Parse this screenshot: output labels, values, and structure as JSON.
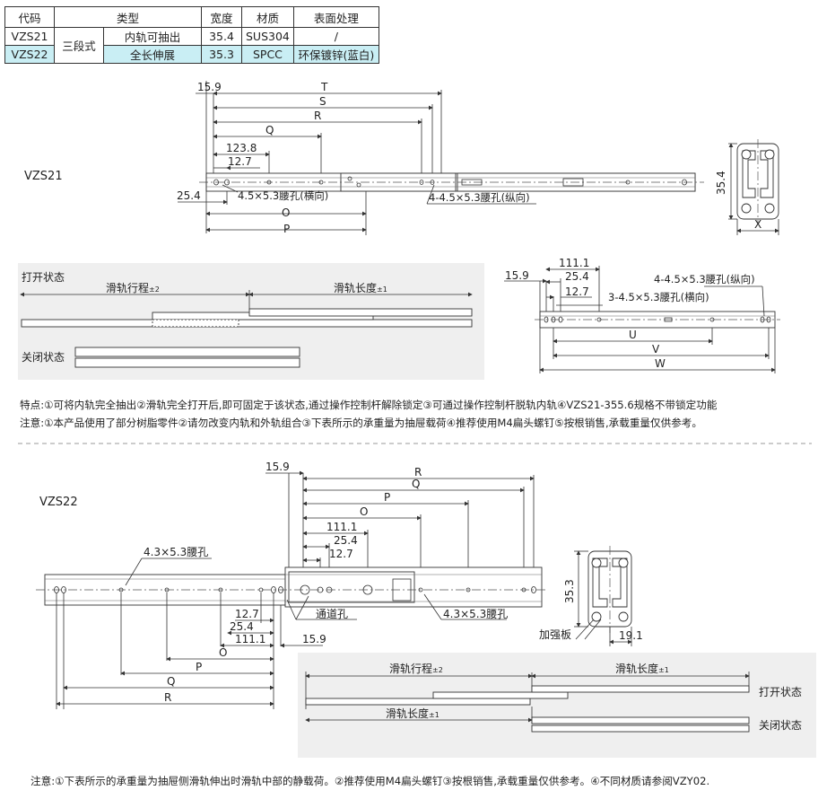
{
  "table": {
    "headers": [
      "代码",
      "类型",
      "宽度",
      "材质",
      "表面处理"
    ],
    "group_type": "三段式",
    "rows": [
      {
        "code": "VZS21",
        "subtype": "内轨可抽出",
        "width": "35.4",
        "material": "SUS304",
        "finish": "/"
      },
      {
        "code": "VZS22",
        "subtype": "全长伸展",
        "width": "35.3",
        "material": "SPCC",
        "finish": "环保镀锌(蓝白)"
      }
    ],
    "highlight_color": "#c9eef4"
  },
  "vzs21": {
    "model": "VZS21",
    "dims": {
      "T": "T",
      "S": "S",
      "R": "R",
      "Q": "Q",
      "O": "O",
      "P": "P",
      "d159": "15.9",
      "d1238": "123.8",
      "d127": "12.7",
      "d254": "25.4",
      "height": "35.4",
      "X": "X"
    },
    "hole_h": "4.5×5.3腰孔(横向)",
    "hole_v": "4-4.5×5.3腰孔(纵向)",
    "state_panel": {
      "open_label": "打开状态",
      "close_label": "关闭状态",
      "travel_label": "滑轨行程",
      "travel_tol": "±2",
      "length_label": "滑轨长度",
      "length_tol": "±1"
    },
    "side": {
      "d159": "15.9",
      "d1111": "111.1",
      "d254": "25.4",
      "d127": "12.7",
      "hole_v": "4-4.5×5.3腰孔(纵向)",
      "hole_h": "3-4.5×5.3腰孔(横向)",
      "U": "U",
      "V": "V",
      "W": "W"
    }
  },
  "notes21": {
    "features": "特点:①可将内轨完全抽出②滑轨完全打开后,即可固定于该状态,通过操作控制杆解除锁定③可通过操作控制杆脱轨内轨④VZS21-355.6规格不带锁定功能",
    "caution": "注意:①本产品使用了部分树脂零件②请勿改变内轨和外轨组合③下表所示的承重量为抽屉载荷④推荐使用M4扁头螺钉⑤按根销售,承载重量仅供参考。"
  },
  "vzs22": {
    "model": "VZS22",
    "dims": {
      "d159": "15.9",
      "R": "R",
      "Q": "Q",
      "P": "P",
      "O": "O",
      "d1111": "111.1",
      "d254": "25.4",
      "d127": "12.7",
      "height": "35.3",
      "width": "19.1"
    },
    "hole_slot": "4.3×5.3腰孔",
    "channel_hole": "通道孔",
    "reinforce": "加强板",
    "state_panel": {
      "open_label": "打开状态",
      "close_label": "关闭状态",
      "travel_label": "滑轨行程",
      "travel_tol": "±2",
      "length_label": "滑轨长度",
      "length_tol": "±1"
    }
  },
  "note22": "注意:①下表所示的承重量为抽屉侧滑轨伸出时滑轨中部的静载荷。②推荐使用M4扁头螺钉③按根销售,承载重量仅供参考。④不同材质请参阅VZY02."
}
